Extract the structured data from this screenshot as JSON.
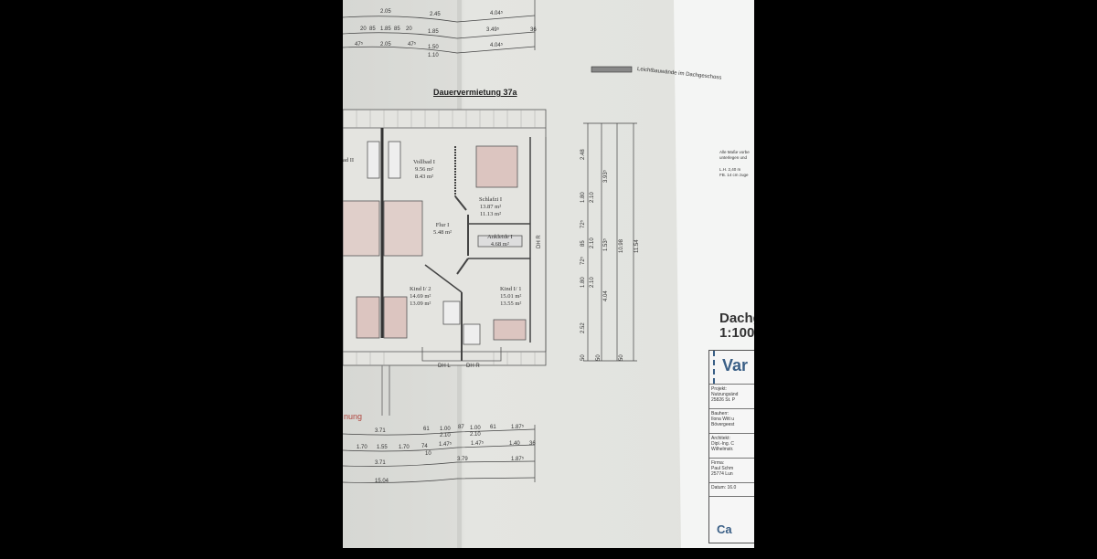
{
  "plan": {
    "title": "Dauervermietung 37a",
    "legend_label": "Leichtbauwände im Dachgeschoss",
    "red_label_fragment": "nung",
    "rooms": [
      {
        "name": "Vollbad I",
        "area1": "9.56 m²",
        "area2": "8.43 m²"
      },
      {
        "name": "Schlafzi I",
        "area1": "13.87 m²",
        "area2": "11.13 m²"
      },
      {
        "name": "Flur I",
        "area1": "5.48 m²"
      },
      {
        "name": "Ankleide I",
        "area1": "4.68 m²"
      },
      {
        "name": "Kind I/ 2",
        "area1": "14.69 m²",
        "area2": "13.09 m²"
      },
      {
        "name": "Kind I/ 1",
        "area1": "15.01 m²",
        "area2": "13.55 m²"
      },
      {
        "name": "ad II"
      }
    ],
    "window_labels": [
      "DH L",
      "DH R",
      "DH R"
    ],
    "top_dims": [
      "2.05",
      "2.45",
      "4.04⁵",
      "20",
      "85",
      "1.85",
      "85",
      "20",
      "1.85",
      "3.49⁵",
      "36",
      "47⁵",
      "2.05",
      "47⁵",
      "1.50",
      "1.10",
      "4.04⁵"
    ],
    "bottom_dims": [
      "3.71",
      "61",
      "1.00",
      "2.10",
      "87",
      "1.00",
      "2.10",
      "61",
      "1.87⁵",
      "1.70",
      "1.55",
      "1.70",
      "74",
      "10",
      "1.47⁵",
      "1.47⁵",
      "1.40",
      "36",
      "3.71",
      "3.79",
      "1.87⁵",
      "15.04"
    ],
    "side_dims": [
      "2.48",
      "1.80",
      "2.10",
      "72⁵",
      "85",
      "2.10",
      "72⁵",
      "1.80",
      "2.10",
      "2.52",
      "50",
      "3.93⁵",
      "1.53⁵",
      "4.04",
      "10.98",
      "11.54",
      "50",
      "50"
    ]
  },
  "sheet": {
    "note1": "Alle Maße vorbe",
    "note2": "unterlegen und",
    "note3": "L.H. 2,40 m",
    "note4": "FB. 14 cm zuge",
    "drawing_title": "Dachg",
    "scale": "1:100",
    "logo": "Var",
    "project_label": "Projekt:",
    "project_value": "Nutzungsänd",
    "project_addr": "25826 St. P",
    "client_label": "Bauherr:",
    "client_value": "Ilona Witt u",
    "client_addr": "Bövergeest",
    "architect_label": "Architekt:",
    "architect_value": "Dipl.-Ing. C",
    "architect_addr": "Wilhelmstr.",
    "firm_label": "Firma:",
    "firm_value": "Paul Schm",
    "firm_addr": "25774 Lun",
    "date": "Datum: 16.0",
    "footer": "Ca"
  }
}
